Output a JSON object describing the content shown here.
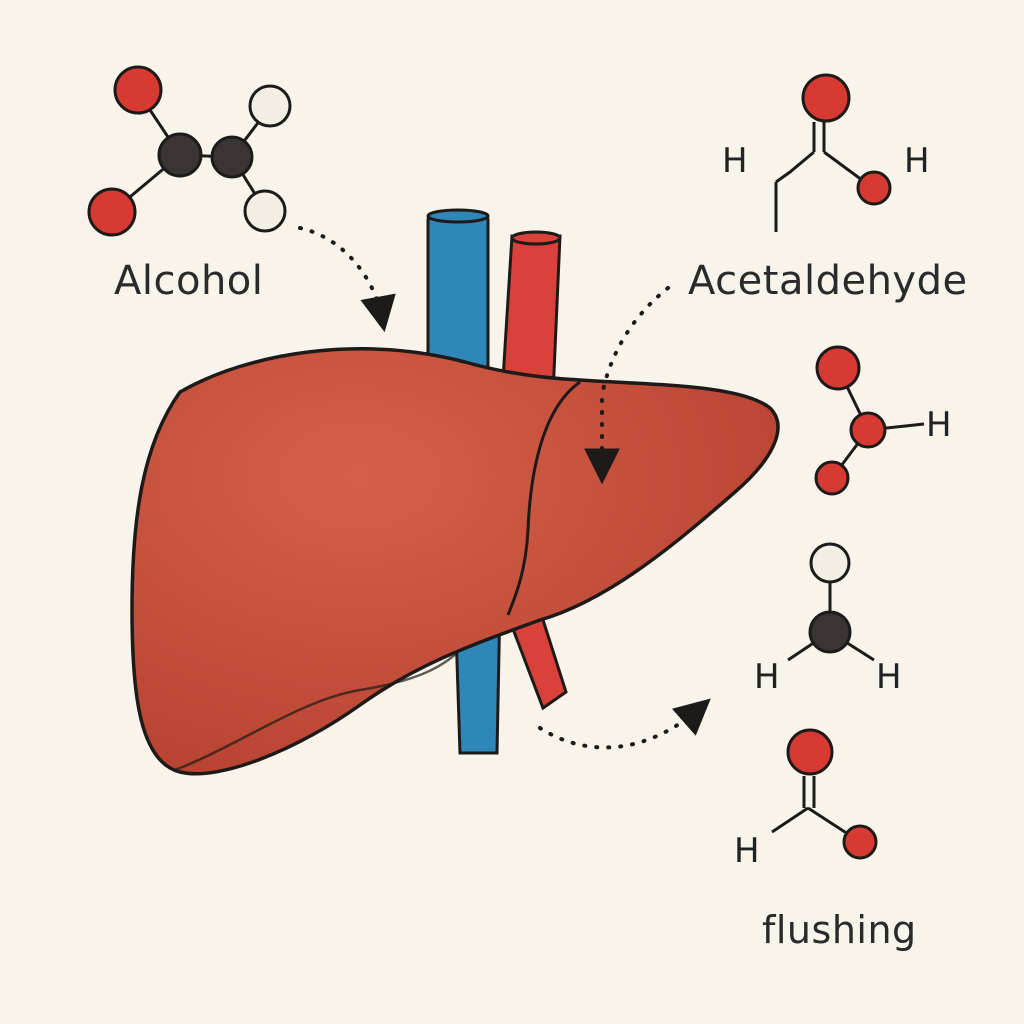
{
  "labels": {
    "alcohol": "Alcohol",
    "acetaldehyde": "Acetaldehyde",
    "flushing": "flushing"
  },
  "atoms": {
    "hydrogen": "H"
  },
  "colors": {
    "background": "#f8f4ec",
    "oxygen": "#d63a33",
    "carbon": "#3a3533",
    "hydrogen_atom": "#f2eee4",
    "liver": "#c24a38",
    "vein": "#2f86b8",
    "artery": "#d9413a",
    "outline": "#1e1a18"
  }
}
